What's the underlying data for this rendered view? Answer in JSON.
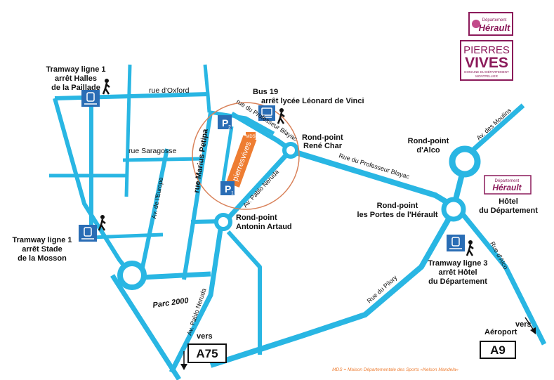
{
  "logos": {
    "department_small": "Département",
    "department_name": "Hérault",
    "pierres_vives_line1": "PIERRES",
    "pierres_vives_line2": "VIVES",
    "pierres_vives_sub": "DOMAINE DU DÉPARTEMENT",
    "pierres_vives_city": "MONTPELLIER"
  },
  "stops": {
    "tram1_paillade": [
      "Tramway ligne 1",
      "arrêt Halles",
      "de la Paillade"
    ],
    "tram1_mosson": [
      "Tramway ligne 1",
      "arrêt Stade",
      "de la Mosson"
    ],
    "bus19": [
      "Bus 19",
      "arrêt lycée Léonard de Vinci"
    ],
    "tram3_hotel": [
      "Tramway ligne 3",
      "arrêt Hôtel",
      "du Département"
    ]
  },
  "roundabouts": {
    "rene_char": [
      "Rond-point",
      "René Char"
    ],
    "antonin_artaud": [
      "Rond-point",
      "Antonin Artaud"
    ],
    "alco": [
      "Rond-point",
      "d'Alco"
    ],
    "portes_herault": [
      "Rond-point",
      "les Portes de l'Hérault"
    ]
  },
  "streets": {
    "oxford": "rue d'Oxford",
    "saragosse": "rue Saragosse",
    "europe": "Av. de l'Europe",
    "marius_petipa": "rue Marius Petipa",
    "prof_blayac_short": "rue du Professeur Blayac",
    "prof_blayac_long": "Rue du Professeur Blayac",
    "pablo_neruda_1": "Av. Pablo Neruda",
    "pablo_neruda_2": "Av. Pablo Neruda",
    "moulins": "Av. des Moulins",
    "pilory": "Rue du Pilory",
    "alco": "Rue d'Alco",
    "parc2000": "Parc 2000"
  },
  "hotel_departement": [
    "Hôtel",
    "du Département"
  ],
  "site": {
    "pierresvives": "pierresvives",
    "mds": "MDS",
    "parking1": "P",
    "parking1_sub": "1",
    "parking2": "P",
    "parking2_sub": "2"
  },
  "directions": {
    "vers_a75": "vers",
    "a75": "A75",
    "vers_aeroport": "vers",
    "aeroport": "Aéroport",
    "a9": "A9"
  },
  "footnote": "MDS = Maison Départementale des Sports «Nelson Mandela»",
  "colors": {
    "road": "#29b6e3",
    "icon_blue": "#2a6db5",
    "circle": "#d9825a",
    "logo_magenta": "#8b1a5a",
    "orange": "#ee7d32"
  }
}
